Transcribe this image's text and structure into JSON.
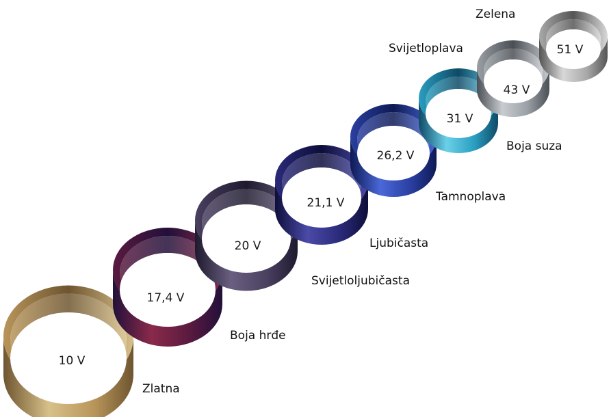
{
  "rings": [
    {
      "voltage": "10 V",
      "color_name": "Zlatna",
      "colors": {
        "light": "#d8c08a",
        "mid": "#b8955a",
        "dark": "#6e5530"
      }
    },
    {
      "voltage": "17,4 V",
      "color_name": "Boja hrđe",
      "colors": {
        "light": "#8a2a4a",
        "mid": "#5a1a40",
        "dark": "#22103a"
      }
    },
    {
      "voltage": "20 V",
      "color_name": "Svijetloljubičasta",
      "colors": {
        "light": "#6a5f80",
        "mid": "#4a4060",
        "dark": "#1e1a2e"
      }
    },
    {
      "voltage": "21,1 V",
      "color_name": "Ljubičasta",
      "colors": {
        "light": "#4a4aa8",
        "mid": "#2a2a7a",
        "dark": "#0e0e3a"
      }
    },
    {
      "voltage": "26,2 V",
      "color_name": "Tamnoplava",
      "colors": {
        "light": "#4a68d8",
        "mid": "#2a3fa0",
        "dark": "#0e1a55"
      }
    },
    {
      "voltage": "31 V",
      "color_name": "Boja suza",
      "colors": {
        "light": "#6ad0e8",
        "mid": "#2a9ec0",
        "dark": "#0e4a66"
      }
    },
    {
      "voltage": "43 V",
      "color_name": "Svijetloplava",
      "colors": {
        "light": "#c8ccd0",
        "mid": "#9aa0a6",
        "dark": "#4a4f55"
      }
    },
    {
      "voltage": "51 V",
      "color_name": "Zelena",
      "colors": {
        "light": "#d8d8d8",
        "mid": "#a8a8a8",
        "dark": "#555555"
      }
    }
  ]
}
